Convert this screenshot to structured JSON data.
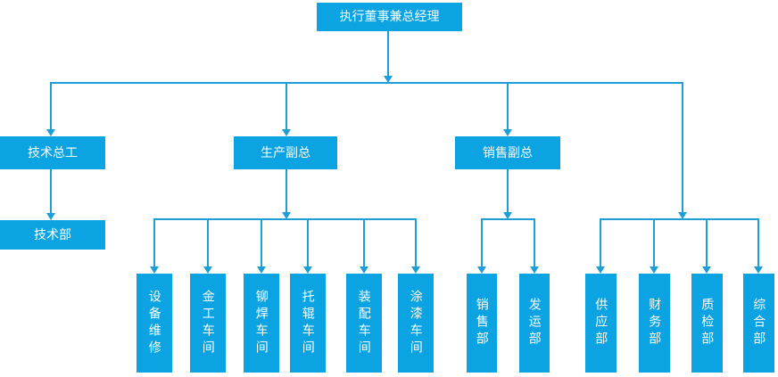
{
  "colors": {
    "box": "#0ca3e2",
    "line": "#1e9ed8",
    "text": "#ffffff",
    "background": "#ffffff"
  },
  "org_chart": {
    "root": {
      "label": "执行董事兼总经理"
    },
    "branches": {
      "technology": {
        "label": "技术总工",
        "children": [
          {
            "label": "技术部"
          }
        ]
      },
      "production": {
        "label": "生产副总",
        "children": [
          {
            "label": "设备维修"
          },
          {
            "label": "金工车间"
          },
          {
            "label": "铆焊车间"
          },
          {
            "label": "托辊车间"
          },
          {
            "label": "装配车间"
          },
          {
            "label": "涂漆车间"
          }
        ]
      },
      "sales": {
        "label": "销售副总",
        "children": [
          {
            "label": "销售部"
          },
          {
            "label": "发运部"
          }
        ]
      },
      "headquarters": {
        "children": [
          {
            "label": "供应部"
          },
          {
            "label": "财务部"
          },
          {
            "label": "质检部"
          },
          {
            "label": "综合部"
          }
        ]
      }
    }
  }
}
